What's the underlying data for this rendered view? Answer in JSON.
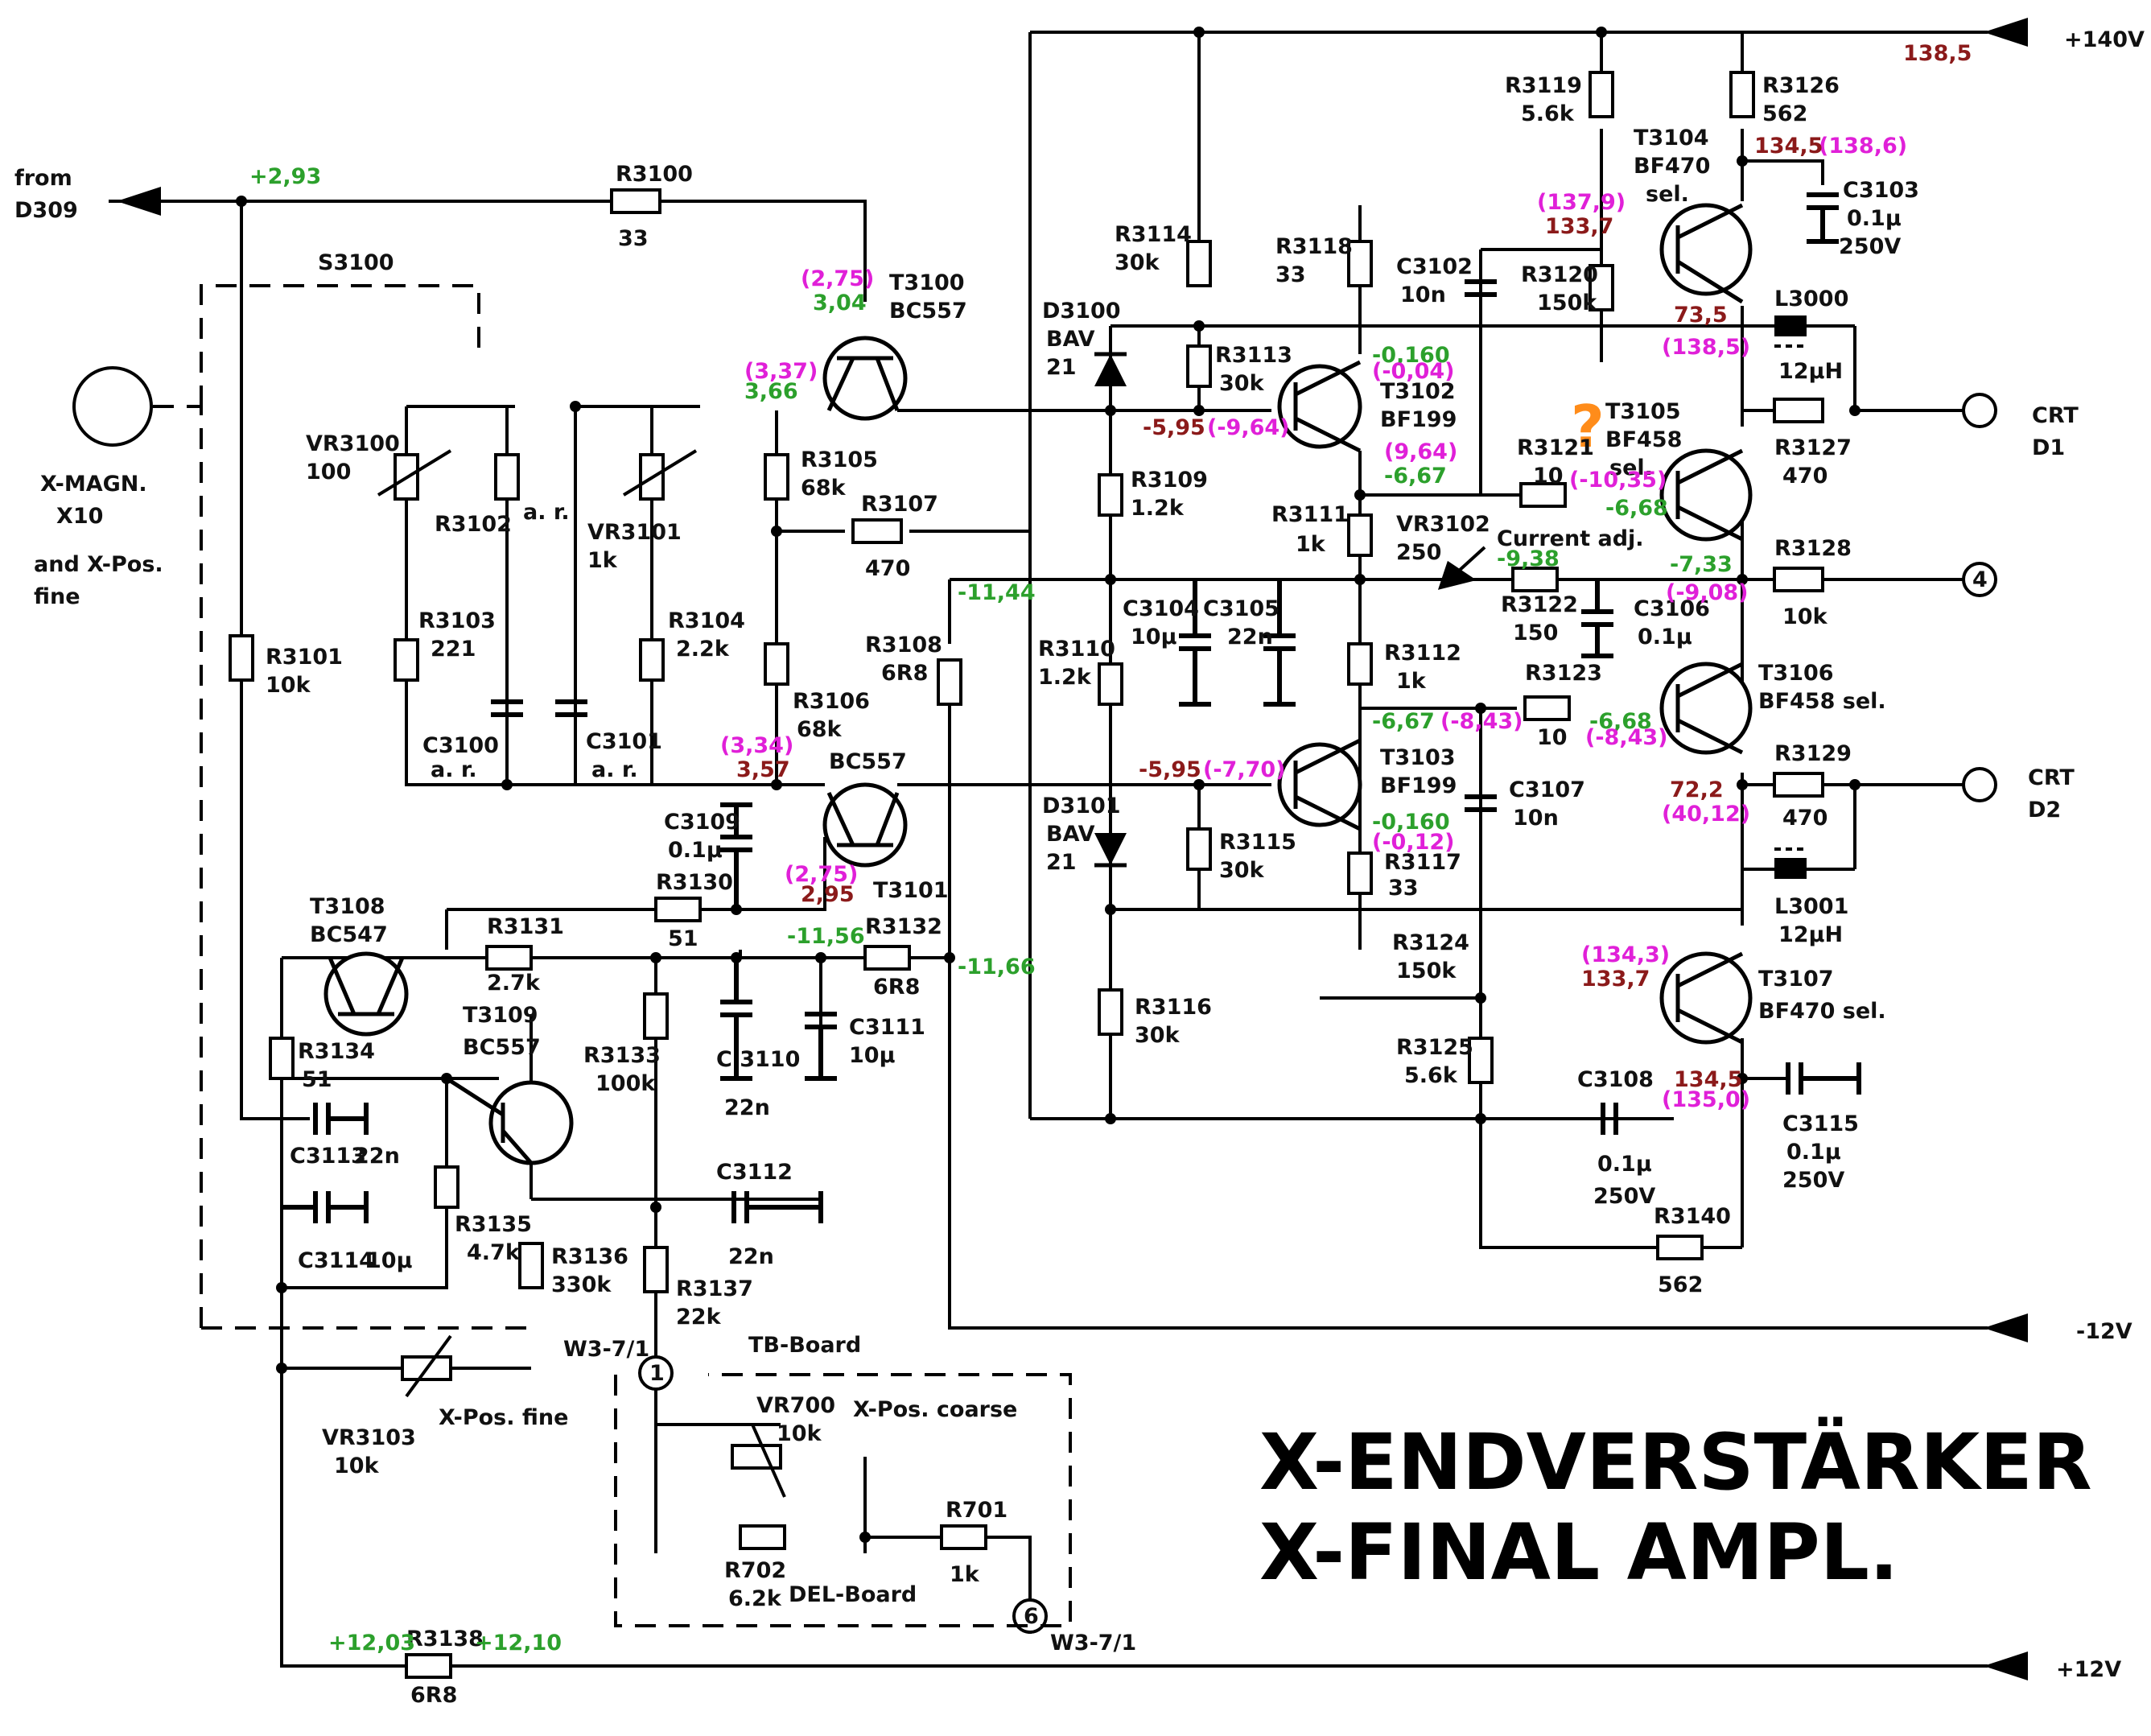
{
  "title": {
    "line1": "X-ENDVERSTÄRKER",
    "line2": "X-FINAL AMPL."
  },
  "colors": {
    "measured": "#2ca02c",
    "reference": "#e020d8",
    "corrected": "#8b1a1a",
    "question": "#ff8c1a",
    "ink": "#000000"
  },
  "rails": {
    "plus140": "+140V",
    "minus12": "-12V",
    "plus12": "+12V"
  },
  "ports": {
    "input_label_1": "from",
    "input_label_2": "D309",
    "crt_d1_1": "CRT",
    "crt_d1_2": "D1",
    "crt_d2_1": "CRT",
    "crt_d2_2": "D2",
    "connector_4": "4",
    "connector_1": "1",
    "connector_6": "6",
    "w3_top": "W3-7/1",
    "w3_bottom": "W3-7/1"
  },
  "boards": {
    "tb": "TB-Board",
    "del": "DEL-Board"
  },
  "misc_labels": {
    "xmagn_1": "X-MAGN.",
    "xmagn_2": "X10",
    "xmagn_3": "and X-Pos.",
    "xmagn_4": "fine",
    "switch": "S3100",
    "current_adj": "Current  adj.",
    "question_mark": "?",
    "xpos_fine": "X-Pos. fine",
    "xpos_coarse": "X-Pos. coarse"
  },
  "components": {
    "R3100": [
      "R3100",
      "33"
    ],
    "R3101": [
      "R3101",
      "10k"
    ],
    "R3102": [
      "R3102",
      "a. r."
    ],
    "R3103": [
      "R3103",
      "221"
    ],
    "R3104": [
      "R3104",
      "2.2k"
    ],
    "R3105": [
      "R3105",
      "68k"
    ],
    "R3106": [
      "R3106",
      "68k"
    ],
    "R3107": [
      "R3107",
      "470"
    ],
    "R3108": [
      "R3108",
      "6R8"
    ],
    "R3109": [
      "R3109",
      "1.2k"
    ],
    "R3110": [
      "R3110",
      "1.2k"
    ],
    "R3111": [
      "R3111",
      "1k"
    ],
    "R3112": [
      "R3112",
      "1k"
    ],
    "R3113": [
      "R3113",
      "30k"
    ],
    "R3114": [
      "R3114",
      "30k"
    ],
    "R3115": [
      "R3115",
      "30k"
    ],
    "R3116": [
      "R3116",
      "30k"
    ],
    "R3117": [
      "R3117",
      "33"
    ],
    "R3118": [
      "R3118",
      "33"
    ],
    "R3119": [
      "R3119",
      "5.6k"
    ],
    "R3120": [
      "R3120",
      "150k"
    ],
    "R3121": [
      "R3121",
      "10"
    ],
    "R3122": [
      "R3122",
      "150"
    ],
    "R3123": [
      "R3123",
      "10"
    ],
    "R3124": [
      "R3124",
      "150k"
    ],
    "R3125": [
      "R3125",
      "5.6k"
    ],
    "R3126": [
      "R3126",
      "562"
    ],
    "R3127": [
      "R3127",
      "470"
    ],
    "R3128": [
      "R3128",
      "10k"
    ],
    "R3129": [
      "R3129",
      "470"
    ],
    "R3130": [
      "R3130",
      "51"
    ],
    "R3131": [
      "R3131",
      "2.7k"
    ],
    "R3132": [
      "R3132",
      "6R8"
    ],
    "R3133": [
      "R3133",
      "100k"
    ],
    "R3134": [
      "R3134",
      "51"
    ],
    "R3135": [
      "R3135",
      "4.7k"
    ],
    "R3136": [
      "R3136",
      "330k"
    ],
    "R3137": [
      "R3137",
      "22k"
    ],
    "R3138": [
      "R3138",
      "6R8"
    ],
    "R3140": [
      "R3140",
      "562"
    ],
    "R701": [
      "R701",
      "1k"
    ],
    "R702": [
      "R702",
      "6.2k"
    ],
    "VR3100": [
      "VR3100",
      "100"
    ],
    "VR3101": [
      "VR3101",
      "1k"
    ],
    "VR3102": [
      "VR3102",
      "250"
    ],
    "VR3103": [
      "VR3103",
      "10k"
    ],
    "VR700": [
      "VR700",
      "10k"
    ],
    "C3100": [
      "C3100",
      "a. r."
    ],
    "C3101": [
      "C3101",
      "a. r."
    ],
    "C3102": [
      "C3102",
      "10n"
    ],
    "C3103": [
      "C3103",
      "0.1µ",
      "250V"
    ],
    "C3104": [
      "C3104",
      "10µ"
    ],
    "C3105": [
      "C3105",
      "22n"
    ],
    "C3106": [
      "C3106",
      "0.1µ"
    ],
    "C3107": [
      "C3107",
      "10n"
    ],
    "C3108": [
      "C3108",
      "0.1µ",
      "250V"
    ],
    "C3109": [
      "C3109",
      "0.1µ"
    ],
    "C3110": [
      "C 3110",
      "22n"
    ],
    "C3111": [
      "C3111",
      "10µ"
    ],
    "C3112": [
      "C3112",
      "22n"
    ],
    "C3113": [
      "C3113",
      "22n"
    ],
    "C3114": [
      "C3114",
      "10µ"
    ],
    "C3115": [
      "C3115",
      "0.1µ",
      "250V"
    ],
    "L3000": [
      "L3000",
      "12µH"
    ],
    "L3001": [
      "L3001",
      "12µH"
    ],
    "D3100": [
      "D3100",
      "BAV",
      "21"
    ],
    "D3101": [
      "D3101",
      "BAV",
      "21"
    ],
    "T3100": [
      "T3100",
      "BC557"
    ],
    "T3101": [
      "BC557",
      "T3101"
    ],
    "T3102": [
      "T3102",
      "BF199"
    ],
    "T3103": [
      "T3103",
      "BF199"
    ],
    "T3104": [
      "T3104",
      "BF470",
      "sel."
    ],
    "T3105": [
      "T3105",
      "BF458",
      "sel."
    ],
    "T3106": [
      "T3106",
      "BF458 sel."
    ],
    "T3107": [
      "T3107",
      "BF470 sel."
    ],
    "T3108": [
      "T3108",
      "BC547"
    ],
    "T3109": [
      "T3109",
      "BC557"
    ]
  },
  "voltages": {
    "measured": [
      "+2,93",
      "3,04",
      "3,66",
      "-0,160",
      "-6,67",
      "-6,68",
      "-9,38",
      "-7,33",
      "-11,44",
      "-6,67",
      "-6,68",
      "-0,160",
      "-11,56",
      "-11,66",
      "+12,03",
      "+12,10"
    ],
    "reference": [
      "(2,75)",
      "(3,37)",
      "(-0,04)",
      "(-9,64)",
      "(9,64)",
      "(-10,35)",
      "(-9,08)",
      "(137,9)",
      "(138,6)",
      "(138,5)",
      "(3,34)",
      "(-8,43)",
      "(-8,43)",
      "(2,75)",
      "(-7,70)",
      "(-0,12)",
      "(40,12)",
      "(134,3)",
      "(135,0)"
    ],
    "corrected": [
      "138,5",
      "134,5",
      "133,7",
      "73,5",
      "-5,95",
      "3,57",
      "2,95",
      "-5,95",
      "72,2",
      "133,7",
      "134,5"
    ]
  }
}
